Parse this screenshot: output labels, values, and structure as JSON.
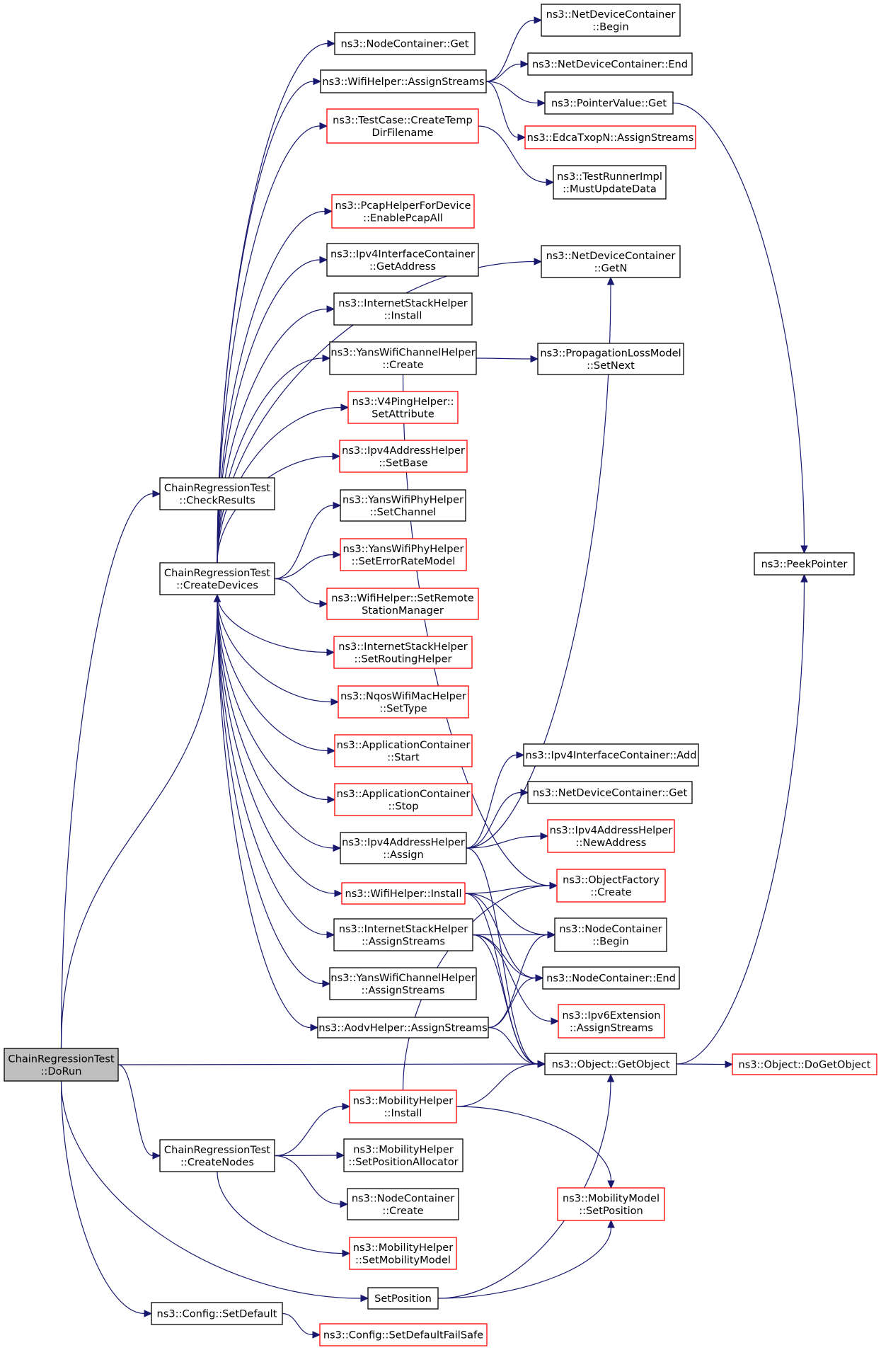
{
  "colors": {
    "edge": "#191970",
    "border_normal": "#000000",
    "border_undocumented": "#ff0000",
    "root_fill": "#bfbfbf",
    "node_fill": "#ffffff"
  },
  "nodes": [
    {
      "id": "n1",
      "lines": [
        "ns3::NodeContainer::Get"
      ],
      "style": "normal"
    },
    {
      "id": "n2",
      "lines": [
        "ns3::WifiHelper::AssignStreams"
      ],
      "style": "normal"
    },
    {
      "id": "n3",
      "lines": [
        "ns3::TestCase::CreateTemp",
        "DirFilename"
      ],
      "style": "red"
    },
    {
      "id": "n4",
      "lines": [
        "ns3::PcapHelperForDevice",
        "::EnablePcapAll"
      ],
      "style": "red"
    },
    {
      "id": "n5",
      "lines": [
        "ns3::Ipv4InterfaceContainer",
        "::GetAddress"
      ],
      "style": "normal"
    },
    {
      "id": "n6",
      "lines": [
        "ns3::InternetStackHelper",
        "::Install"
      ],
      "style": "normal"
    },
    {
      "id": "n7",
      "lines": [
        "ns3::YansWifiChannelHelper",
        "::Create"
      ],
      "style": "normal"
    },
    {
      "id": "n8",
      "lines": [
        "ns3::V4PingHelper::",
        "SetAttribute"
      ],
      "style": "red"
    },
    {
      "id": "n9",
      "lines": [
        "ns3::Ipv4AddressHelper",
        "::SetBase"
      ],
      "style": "red"
    },
    {
      "id": "n10",
      "lines": [
        "ns3::YansWifiPhyHelper",
        "::SetChannel"
      ],
      "style": "normal"
    },
    {
      "id": "n11",
      "lines": [
        "ns3::YansWifiPhyHelper",
        "::SetErrorRateModel"
      ],
      "style": "red"
    },
    {
      "id": "n12",
      "lines": [
        "ns3::WifiHelper::SetRemote",
        "StationManager"
      ],
      "style": "red"
    },
    {
      "id": "n13",
      "lines": [
        "ns3::InternetStackHelper",
        "::SetRoutingHelper"
      ],
      "style": "red"
    },
    {
      "id": "n14",
      "lines": [
        "ns3::NqosWifiMacHelper",
        "::SetType"
      ],
      "style": "red"
    },
    {
      "id": "n15",
      "lines": [
        "ns3::ApplicationContainer",
        "::Start"
      ],
      "style": "red"
    },
    {
      "id": "n16",
      "lines": [
        "ns3::ApplicationContainer",
        "::Stop"
      ],
      "style": "red"
    },
    {
      "id": "n17",
      "lines": [
        "ns3::Ipv4AddressHelper",
        "::Assign"
      ],
      "style": "normal"
    },
    {
      "id": "n18",
      "lines": [
        "ns3::WifiHelper::Install"
      ],
      "style": "red"
    },
    {
      "id": "n19",
      "lines": [
        "ns3::InternetStackHelper",
        "::AssignStreams"
      ],
      "style": "normal"
    },
    {
      "id": "n20",
      "lines": [
        "ns3::YansWifiChannelHelper",
        "::AssignStreams"
      ],
      "style": "normal"
    },
    {
      "id": "n21",
      "lines": [
        "ns3::AodvHelper::AssignStreams"
      ],
      "style": "normal"
    },
    {
      "id": "n22",
      "lines": [
        "ns3::MobilityHelper",
        "::Install"
      ],
      "style": "red"
    },
    {
      "id": "n23",
      "lines": [
        "ns3::MobilityHelper",
        "::SetPositionAllocator"
      ],
      "style": "normal"
    },
    {
      "id": "n24",
      "lines": [
        "ns3::NodeContainer",
        "::Create"
      ],
      "style": "normal"
    },
    {
      "id": "n25",
      "lines": [
        "ns3::MobilityHelper",
        "::SetMobilityModel"
      ],
      "style": "red"
    },
    {
      "id": "n26",
      "lines": [
        "SetPosition"
      ],
      "style": "normal"
    },
    {
      "id": "n27",
      "lines": [
        "ns3::Config::SetDefault"
      ],
      "style": "normal"
    },
    {
      "id": "n28",
      "lines": [
        "ns3::Config::SetDefaultFailSafe"
      ],
      "style": "red"
    },
    {
      "id": "n29",
      "lines": [
        "ChainRegressionTest",
        "::DoRun"
      ],
      "style": "root"
    },
    {
      "id": "n30",
      "lines": [
        "ChainRegressionTest",
        "::CheckResults"
      ],
      "style": "normal"
    },
    {
      "id": "n31",
      "lines": [
        "ChainRegressionTest",
        "::CreateDevices"
      ],
      "style": "normal"
    },
    {
      "id": "n32",
      "lines": [
        "ChainRegressionTest",
        "::CreateNodes"
      ],
      "style": "normal"
    },
    {
      "id": "n33",
      "lines": [
        "ns3::NetDeviceContainer",
        "::Begin"
      ],
      "style": "normal"
    },
    {
      "id": "n34",
      "lines": [
        "ns3::NetDeviceContainer::End"
      ],
      "style": "normal"
    },
    {
      "id": "n35",
      "lines": [
        "ns3::PointerValue::Get"
      ],
      "style": "normal"
    },
    {
      "id": "n36",
      "lines": [
        "ns3::EdcaTxopN::AssignStreams"
      ],
      "style": "red"
    },
    {
      "id": "n37",
      "lines": [
        "ns3::TestRunnerImpl",
        "::MustUpdateData"
      ],
      "style": "normal"
    },
    {
      "id": "n38",
      "lines": [
        "ns3::NetDeviceContainer",
        "::GetN"
      ],
      "style": "normal"
    },
    {
      "id": "n39",
      "lines": [
        "ns3::PropagationLossModel",
        "::SetNext"
      ],
      "style": "normal"
    },
    {
      "id": "n40",
      "lines": [
        "ns3::Ipv4InterfaceContainer::Add"
      ],
      "style": "normal"
    },
    {
      "id": "n41",
      "lines": [
        "ns3::NetDeviceContainer::Get"
      ],
      "style": "normal"
    },
    {
      "id": "n42",
      "lines": [
        "ns3::Ipv4AddressHelper",
        "::NewAddress"
      ],
      "style": "red"
    },
    {
      "id": "n43",
      "lines": [
        "ns3::ObjectFactory",
        "::Create"
      ],
      "style": "red"
    },
    {
      "id": "n44",
      "lines": [
        "ns3::NodeContainer",
        "::Begin"
      ],
      "style": "normal"
    },
    {
      "id": "n45",
      "lines": [
        "ns3::NodeContainer::End"
      ],
      "style": "normal"
    },
    {
      "id": "n46",
      "lines": [
        "ns3::Ipv6Extension",
        "::AssignStreams"
      ],
      "style": "red"
    },
    {
      "id": "n47",
      "lines": [
        "ns3::Object::GetObject"
      ],
      "style": "normal"
    },
    {
      "id": "n48",
      "lines": [
        "ns3::MobilityModel",
        "::SetPosition"
      ],
      "style": "red"
    },
    {
      "id": "n49",
      "lines": [
        "ns3::PeekPointer"
      ],
      "style": "normal"
    },
    {
      "id": "n50",
      "lines": [
        "ns3::Object::DoGetObject"
      ],
      "style": "red"
    }
  ]
}
